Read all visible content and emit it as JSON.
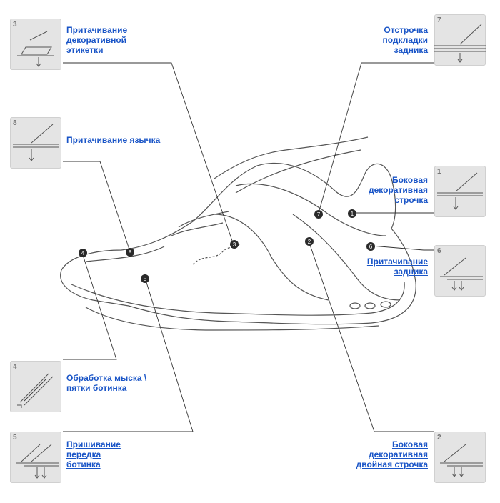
{
  "tiles": [
    {
      "num": "3"
    },
    {
      "num": "8"
    },
    {
      "num": "4"
    },
    {
      "num": "5"
    },
    {
      "num": "7"
    },
    {
      "num": "1"
    },
    {
      "num": "6"
    },
    {
      "num": "2"
    }
  ],
  "labels": {
    "l3": [
      "Притачивание",
      "декоративной",
      "этикетки"
    ],
    "l8": [
      "Притачивание язычка"
    ],
    "l4": [
      "Обработка мыска \\",
      "пятки ботинка"
    ],
    "l5": [
      "Пришивание",
      "передка",
      "ботинка"
    ],
    "l7": [
      "Отстрочка",
      "подкладки",
      "задника"
    ],
    "l1": [
      "Боковая",
      "декоративная",
      "строчка"
    ],
    "l6": [
      "Притачивание",
      "задника"
    ],
    "l2": [
      "Боковая",
      "декоративная",
      "двойная строчка"
    ]
  },
  "markers": [
    "1",
    "2",
    "3",
    "4",
    "5",
    "6",
    "7",
    "8"
  ],
  "colors": {
    "link": "#1a55c7",
    "tile": "#e4e4e4",
    "line": "#333333"
  }
}
